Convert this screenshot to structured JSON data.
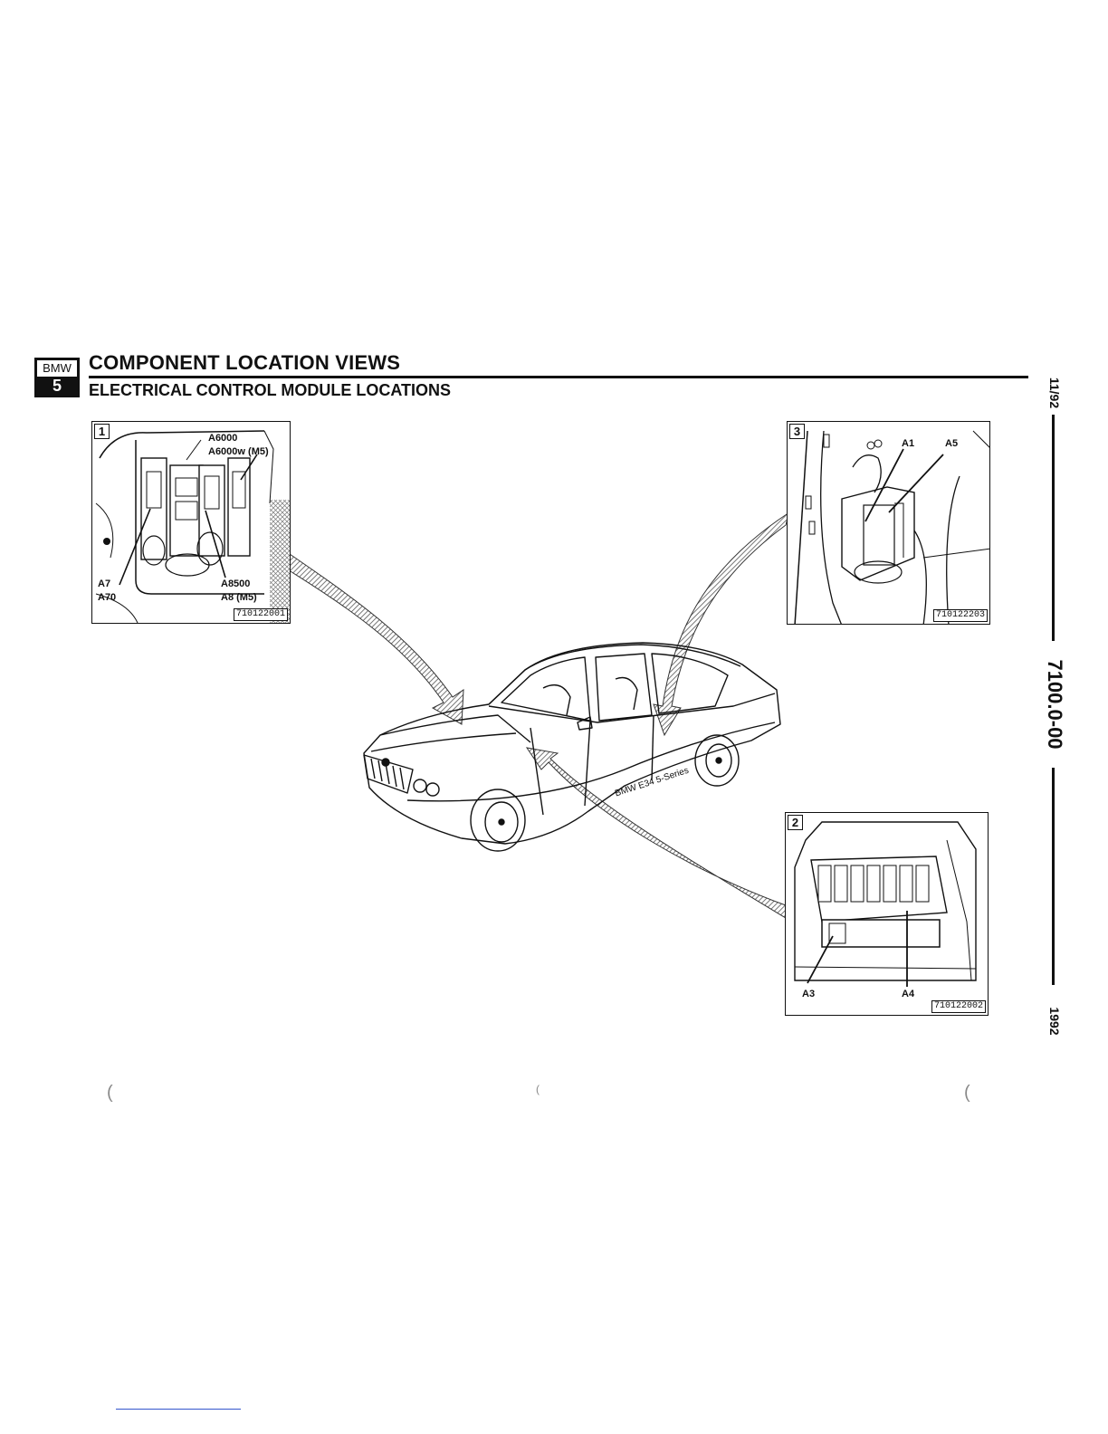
{
  "header": {
    "logo_top": "BMW",
    "logo_bottom": "5",
    "title": "COMPONENT LOCATION VIEWS",
    "subtitle": "ELECTRICAL CONTROL MODULE LOCATIONS"
  },
  "side": {
    "date": "11/92",
    "page_number": "7100.0-00",
    "year": "1992"
  },
  "panels": {
    "p1": {
      "number": "1",
      "code": "710122001",
      "labels": [
        "A6000",
        "A6000w (M5)",
        "A7",
        "A70",
        "A8500",
        "A8 (M5)"
      ]
    },
    "p3": {
      "number": "3",
      "code": "710122203",
      "labels": [
        "A1",
        "A5"
      ]
    },
    "p2": {
      "number": "2",
      "code": "710122002",
      "labels": [
        "A3",
        "A4"
      ]
    }
  },
  "car": {
    "caption": "BMW E34 5-Series"
  }
}
